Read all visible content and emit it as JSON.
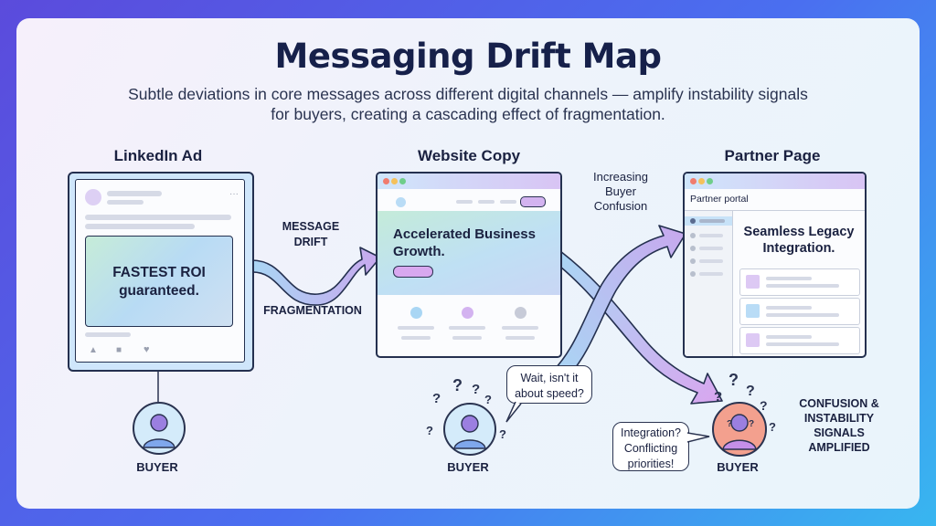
{
  "title": "Messaging Drift Map",
  "subtitle": "Subtle deviations in core messages across different digital channels — amplify instability signals for buyers, creating a cascading effect of fragmentation.",
  "panels": {
    "linkedin": {
      "title": "LinkedIn Ad",
      "headline": "FASTEST ROI guaranteed.",
      "buyer_label": "BUYER"
    },
    "website": {
      "title": "Website Copy",
      "headline": "Accelerated Business Growth.",
      "buyer_label": "BUYER",
      "buyer_thought": "Wait, isn't it about speed?"
    },
    "partner": {
      "title": "Partner Page",
      "header": "Partner portal",
      "headline": "Seamless Legacy Integration.",
      "buyer_label": "BUYER",
      "buyer_thought": "Integration? Conflicting priorities!"
    }
  },
  "labels": {
    "message_drift": "MESSAGE DRIFT",
    "fragmentation": "FRAGMENTATION",
    "increasing_confusion": "Increasing Buyer Confusion",
    "confusion_amplified": "CONFUSION & INSTABILITY SIGNALS AMPLIFIED"
  },
  "colors": {
    "accent_purple": "#c9a7ef",
    "accent_blue": "#a9d3f6",
    "accent_green": "#bfe9d3",
    "buyer_alert": "#f3a08e",
    "outline": "#24304f"
  },
  "icons": [
    "person-icon",
    "like-icon",
    "comment-icon",
    "heart-icon",
    "question-mark-icon",
    "arrow-icon"
  ]
}
